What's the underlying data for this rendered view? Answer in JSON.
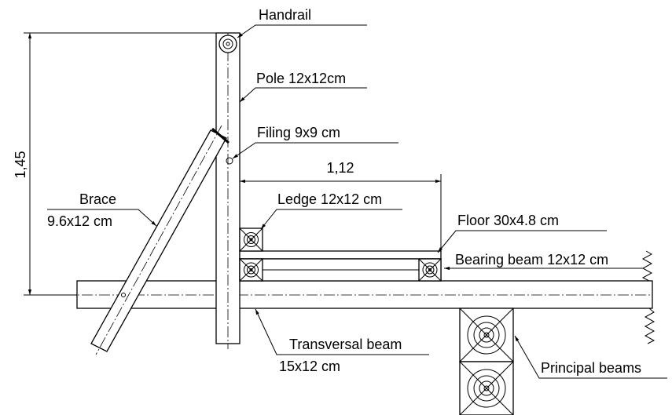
{
  "labels": {
    "handrail": "Handrail",
    "pole": "Pole 12x12cm",
    "filing": "Filing 9x9 cm",
    "brace_name": "Brace",
    "brace_size": "9.6x12 cm",
    "ledge": "Ledge 12x12 cm",
    "floor": "Floor 30x4.8 cm",
    "bearing": "Bearing beam 12x12 cm",
    "transversal_name": "Transversal beam",
    "transversal_size": "15x12 cm",
    "principal": "Principal beams"
  },
  "dimensions": {
    "height": "1,45",
    "width": "1,12"
  }
}
